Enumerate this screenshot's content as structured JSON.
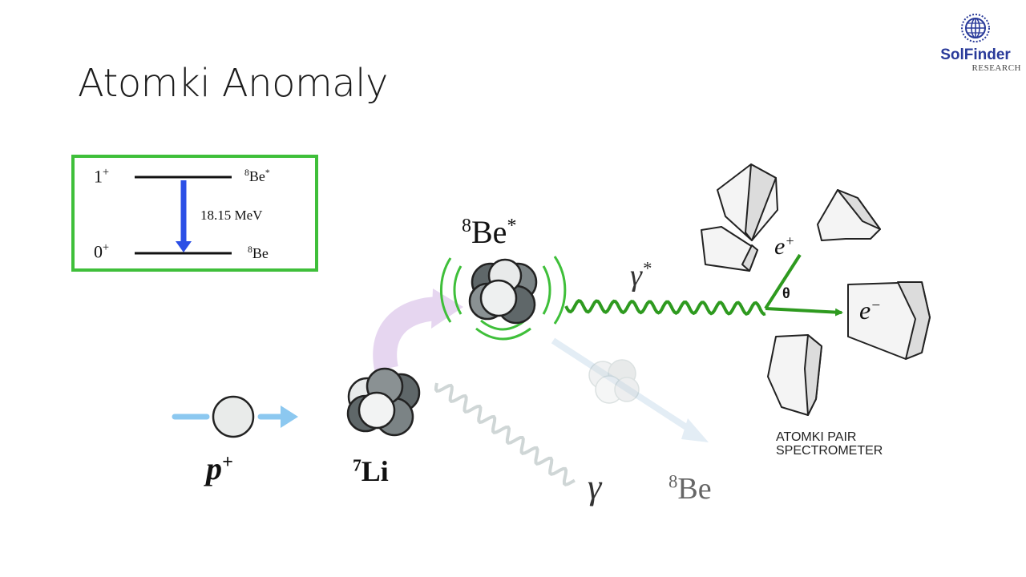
{
  "slide": {
    "title": "Atomki Anomaly"
  },
  "logo": {
    "name": "SolFinder",
    "subtitle": "RESEARCH",
    "icon": "globe-icon"
  },
  "energy_levels": {
    "upper_level": "1+",
    "lower_level": "0+",
    "upper_label": "8Be*",
    "lower_label": "8Be",
    "transition": "18.15 MeV"
  },
  "diagram": {
    "excited_nucleus": "8Be*",
    "virtual_photon": "γ*",
    "positron": "e+",
    "electron": "e−",
    "angle": "θ",
    "proton": "p+",
    "lithium": "7Li",
    "photon": "γ",
    "ground_nucleus": "8Be",
    "spectrometer_line1": "ATOMKI PAIR",
    "spectrometer_line2": "SPECTROMETER"
  },
  "colors": {
    "frame_green": "#3fbf3a",
    "photon_green": "#2e9a1f",
    "arrow_blue": "#2b4fe6",
    "proton_arrow": "#8cc8f0",
    "pink_arrow": "#e6d6f0",
    "logo_blue": "#2a3b9a"
  }
}
